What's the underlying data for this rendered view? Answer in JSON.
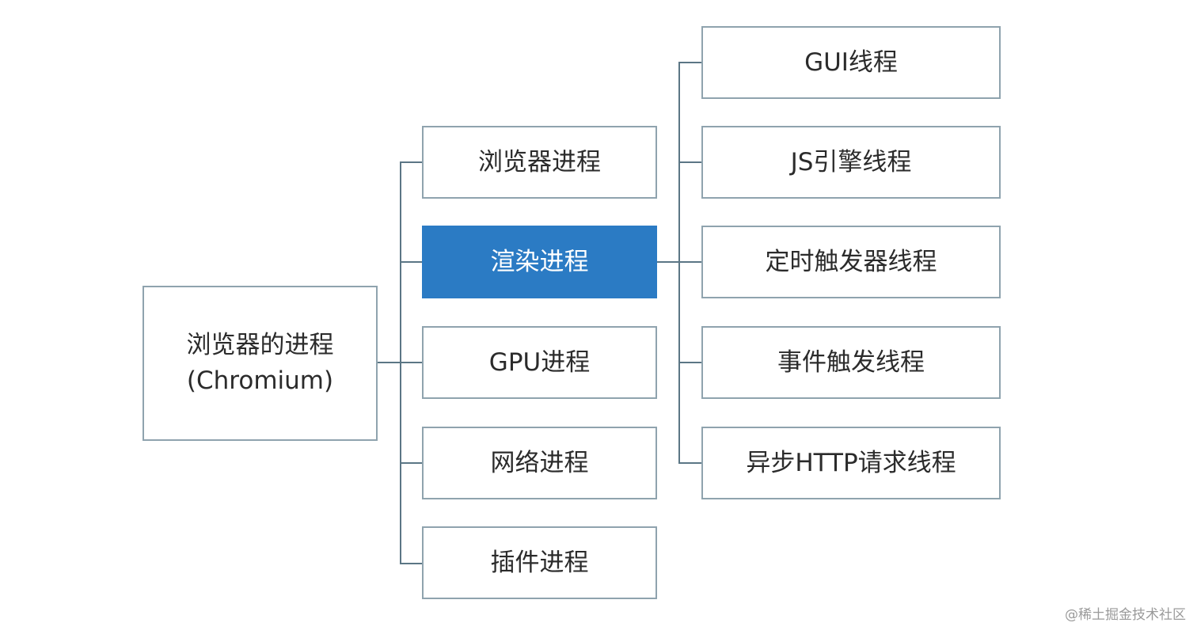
{
  "root": {
    "line1": "浏览器的进程",
    "line2": "(Chromium)"
  },
  "processes": [
    {
      "label": "浏览器进程"
    },
    {
      "label": "渲染进程"
    },
    {
      "label": "GPU进程"
    },
    {
      "label": "网络进程"
    },
    {
      "label": "插件进程"
    }
  ],
  "threads": [
    {
      "label": "GUI线程"
    },
    {
      "label": "JS引擎线程"
    },
    {
      "label": "定时触发器线程"
    },
    {
      "label": "事件触发线程"
    },
    {
      "label": "异步HTTP请求线程"
    }
  ],
  "watermark": "@稀土掘金技术社区",
  "colors": {
    "highlight": "#2b7bc4",
    "border": "#8fa3ae",
    "connector": "#5b7685"
  }
}
